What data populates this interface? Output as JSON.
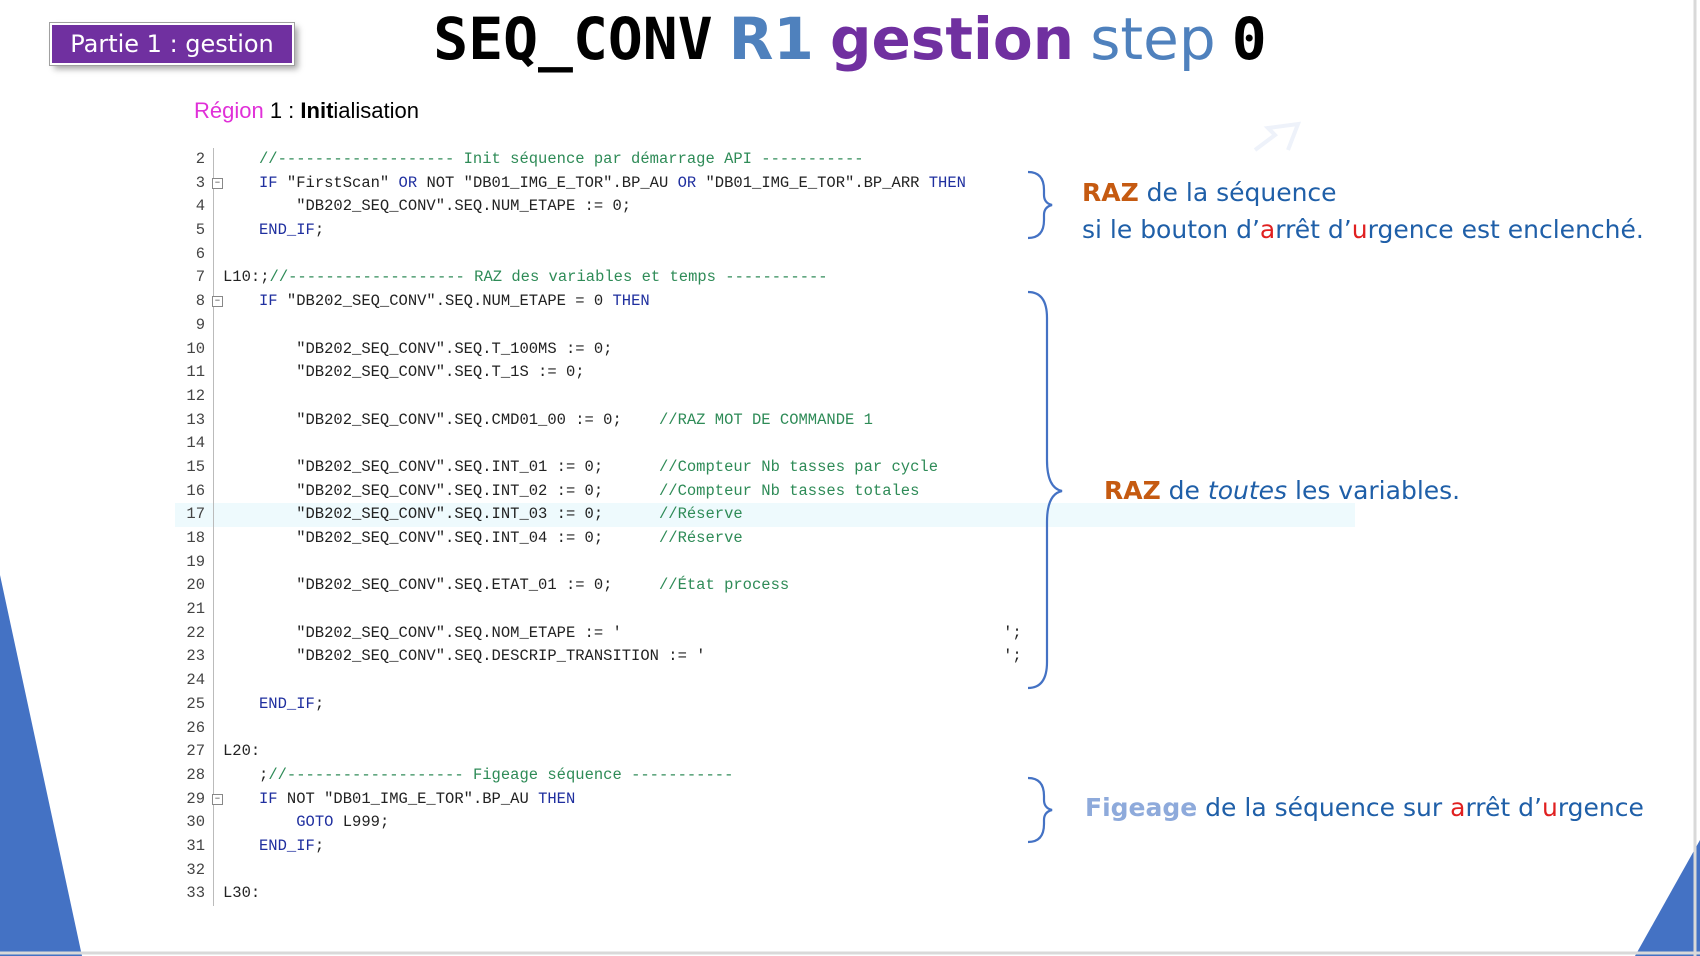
{
  "badge": "Partie 1 : gestion",
  "title": {
    "part1": "SEQ_CONV",
    "part2": "R1",
    "part3": "gestion",
    "part4": "step",
    "part5": "0"
  },
  "region": {
    "word": "Région",
    "middle": " 1 : ",
    "bold": "Init",
    "rest": "ialisation"
  },
  "code": {
    "lines": [
      {
        "n": "2",
        "t": "//------------------- Init séquence par démarrage API -----------"
      },
      {
        "n": "3",
        "t": "IF \"FirstScan\" OR NOT \"DB01_IMG_E_TOR\".BP_AU OR \"DB01_IMG_E_TOR\".BP_ARR THEN"
      },
      {
        "n": "4",
        "t": "    \"DB202_SEQ_CONV\".SEQ.NUM_ETAPE := 0;"
      },
      {
        "n": "5",
        "t": "END_IF;"
      },
      {
        "n": "6",
        "t": ""
      },
      {
        "n": "7",
        "t": "L10:;//------------------- RAZ des variables et temps -----------"
      },
      {
        "n": "8",
        "t": "IF \"DB202_SEQ_CONV\".SEQ.NUM_ETAPE = 0 THEN"
      },
      {
        "n": "9",
        "t": ""
      },
      {
        "n": "10",
        "t": "    \"DB202_SEQ_CONV\".SEQ.T_100MS := 0;"
      },
      {
        "n": "11",
        "t": "    \"DB202_SEQ_CONV\".SEQ.T_1S := 0;"
      },
      {
        "n": "12",
        "t": ""
      },
      {
        "n": "13",
        "t": "    \"DB202_SEQ_CONV\".SEQ.CMD01_00 := 0;    //RAZ MOT DE COMMANDE 1"
      },
      {
        "n": "14",
        "t": ""
      },
      {
        "n": "15",
        "t": "    \"DB202_SEQ_CONV\".SEQ.INT_01 := 0;      //Compteur Nb tasses par cycle"
      },
      {
        "n": "16",
        "t": "    \"DB202_SEQ_CONV\".SEQ.INT_02 := 0;      //Compteur Nb tasses totales"
      },
      {
        "n": "17",
        "t": "    \"DB202_SEQ_CONV\".SEQ.INT_03 := 0;      //Réserve"
      },
      {
        "n": "18",
        "t": "    \"DB202_SEQ_CONV\".SEQ.INT_04 := 0;      //Réserve"
      },
      {
        "n": "19",
        "t": ""
      },
      {
        "n": "20",
        "t": "    \"DB202_SEQ_CONV\".SEQ.ETAT_01 := 0;     //État process"
      },
      {
        "n": "21",
        "t": ""
      },
      {
        "n": "22",
        "t": "    \"DB202_SEQ_CONV\".SEQ.NOM_ETAPE := '                                         ';"
      },
      {
        "n": "23",
        "t": "    \"DB202_SEQ_CONV\".SEQ.DESCRIP_TRANSITION := '                                ';"
      },
      {
        "n": "24",
        "t": ""
      },
      {
        "n": "25",
        "t": "END_IF;"
      },
      {
        "n": "26",
        "t": ""
      },
      {
        "n": "27",
        "t": "L20:"
      },
      {
        "n": "28",
        "t": ";//------------------- Figeage séquence -----------"
      },
      {
        "n": "29",
        "t": "IF NOT \"DB01_IMG_E_TOR\".BP_AU THEN"
      },
      {
        "n": "30",
        "t": "    GOTO L999;"
      },
      {
        "n": "31",
        "t": "END_IF;"
      },
      {
        "n": "32",
        "t": ""
      },
      {
        "n": "33",
        "t": "L30:"
      }
    ]
  },
  "annotations": {
    "a1": {
      "raz": "RAZ",
      "rest1": " de la séquence",
      "l2a": "si le bouton d’",
      "l2b": "a",
      "l2c": "rrêt d’",
      "l2d": "u",
      "l2e": "rgence est enclenché."
    },
    "a2": {
      "raz": "RAZ",
      "de": " de ",
      "toutes": "toutes",
      "rest": " les variables."
    },
    "a3": {
      "fig": "Figeage",
      "p1": " de la séquence sur ",
      "a": "a",
      "p2": "rrêt d’",
      "u": "u",
      "p3": "rgence"
    }
  },
  "colors": {
    "accent_purple": "#7030a0",
    "accent_blue": "#4f81bd",
    "orange": "#c55a11",
    "red": "#e02020",
    "deco_blue": "#4472c4"
  }
}
